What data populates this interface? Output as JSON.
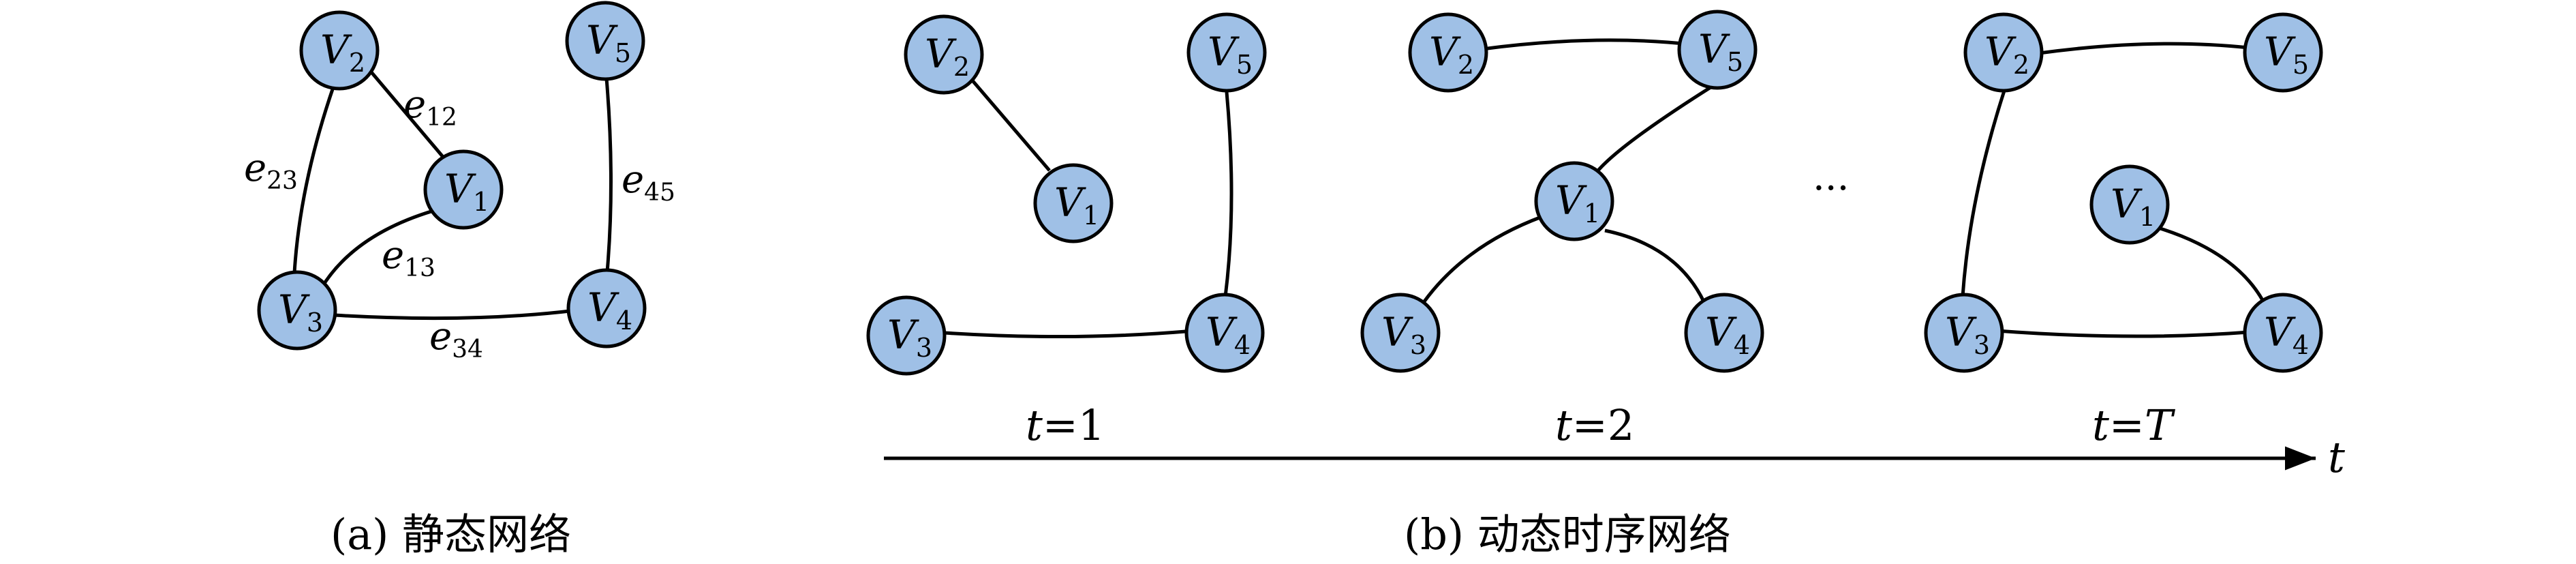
{
  "colors": {
    "node_fill": "#9fc0e6",
    "stroke": "#000000"
  },
  "vertices": {
    "v1": {
      "base": "V",
      "sub": "1"
    },
    "v2": {
      "base": "V",
      "sub": "2"
    },
    "v3": {
      "base": "V",
      "sub": "3"
    },
    "v4": {
      "base": "V",
      "sub": "4"
    },
    "v5": {
      "base": "V",
      "sub": "5"
    }
  },
  "edges": {
    "e12": {
      "base": "e",
      "sub": "12"
    },
    "e13": {
      "base": "e",
      "sub": "13"
    },
    "e23": {
      "base": "e",
      "sub": "23"
    },
    "e34": {
      "base": "e",
      "sub": "34"
    },
    "e45": {
      "base": "e",
      "sub": "45"
    }
  },
  "time": {
    "t1": {
      "var": "t",
      "rest": "=1"
    },
    "t2": {
      "var": "t",
      "rest": "=2"
    },
    "tT": {
      "var": "t",
      "eq": "=",
      "T": "T"
    },
    "axis_label": "t",
    "ellipsis": "..."
  },
  "captions": {
    "a": "(a) 静态网络",
    "b": "(b) 动态时序网络"
  }
}
